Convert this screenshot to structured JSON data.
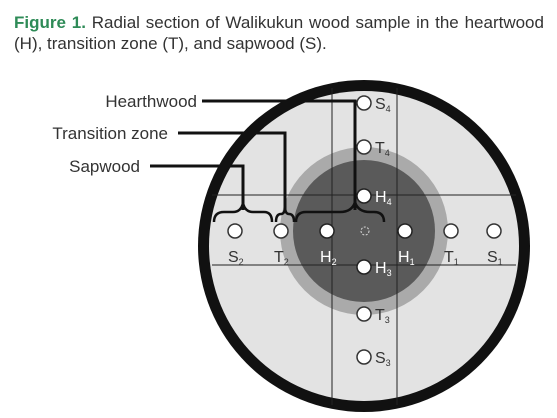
{
  "caption": {
    "figure_label": "Figure 1.",
    "text": "Radial section of Walikukun wood sample in the heartwood (H), transition zone (T), and sapwood (S)."
  },
  "callouts": {
    "heartwood": "Hearthwood",
    "transition": "Transition zone",
    "sapwood": "Sapwood"
  },
  "points": {
    "s4": {
      "letter": "S",
      "sub": "4"
    },
    "t4": {
      "letter": "T",
      "sub": "4"
    },
    "h4": {
      "letter": "H",
      "sub": "4"
    },
    "s2": {
      "letter": "S",
      "sub": "2"
    },
    "t2": {
      "letter": "T",
      "sub": "2"
    },
    "h2": {
      "letter": "H",
      "sub": "2"
    },
    "h1": {
      "letter": "H",
      "sub": "1"
    },
    "t1": {
      "letter": "T",
      "sub": "1"
    },
    "s1": {
      "letter": "S",
      "sub": "1"
    },
    "h3": {
      "letter": "H",
      "sub": "3"
    },
    "t3": {
      "letter": "T",
      "sub": "3"
    },
    "s3": {
      "letter": "S",
      "sub": "3"
    }
  },
  "colors": {
    "caption_label": "#2e8b57",
    "sapwood": "#e3e3e3",
    "transition": "#aaaaaa",
    "heartwood": "#5a5a5a",
    "bark": "#111111"
  }
}
